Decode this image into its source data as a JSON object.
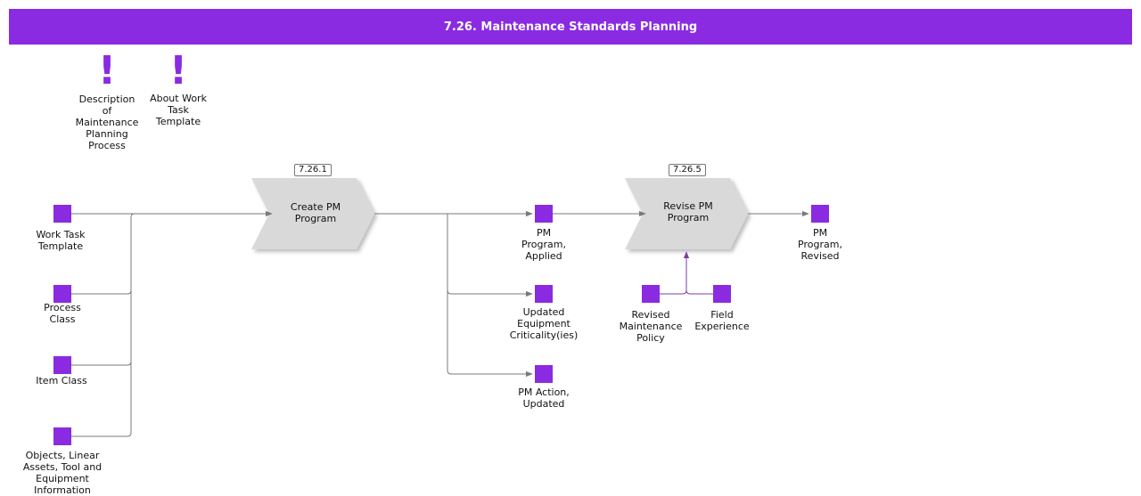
{
  "header": {
    "title": "7.26. Maintenance Standards Planning"
  },
  "colors": {
    "accent": "#8a2be2",
    "process_fill": "#d9d9d9",
    "connector": "#7a7a7a",
    "control_connector": "#7b3fa0"
  },
  "notes": [
    {
      "icon": "exclamation-icon",
      "label": "Description of Maintenance Planning Process"
    },
    {
      "icon": "exclamation-icon",
      "label": "About Work Task Template"
    }
  ],
  "inputs": [
    {
      "label": "Work Task Template"
    },
    {
      "label": "Process Class"
    },
    {
      "label": "Item Class"
    },
    {
      "label": "Objects, Linear Assets, Tool and Equipment Information"
    }
  ],
  "processes": [
    {
      "ref": "7.26.1",
      "label": "Create PM Program"
    },
    {
      "ref": "7.26.5",
      "label": "Revise PM Program"
    }
  ],
  "outputs": [
    {
      "label": "PM Program, Applied"
    },
    {
      "label": "Updated Equipment Criticality(ies)"
    },
    {
      "label": "PM Action, Updated"
    },
    {
      "label": "PM Program, Revised"
    }
  ],
  "controls": [
    {
      "label": "Revised Maintenance Policy"
    },
    {
      "label": "Field Experience"
    }
  ]
}
